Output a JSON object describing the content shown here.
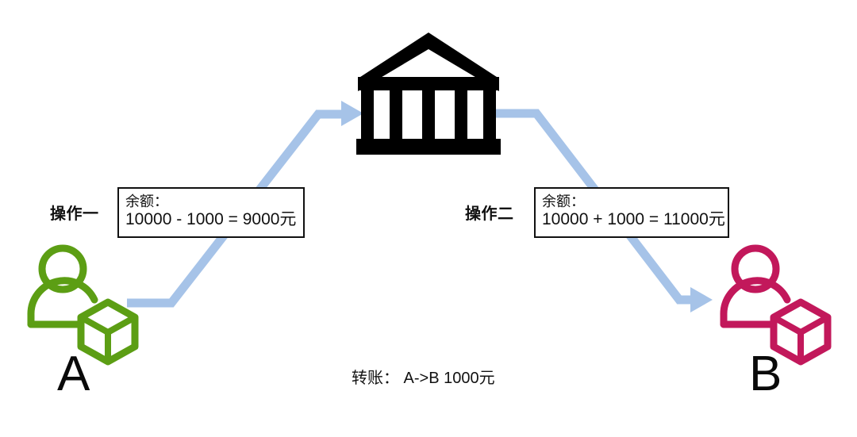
{
  "diagram": {
    "title_caption": "转账： A->B 1000元",
    "colors": {
      "arrow": "#a6c3e8",
      "party_a": "#5c9e14",
      "party_b": "#c2185b",
      "bank": "#000000",
      "box_border": "#111111",
      "text": "#111111",
      "background": "#ffffff"
    },
    "nodes": {
      "party_a": {
        "letter": "A",
        "icon": "user-box-icon",
        "color": "#5c9e14"
      },
      "bank": {
        "icon": "bank-icon",
        "color": "#000000"
      },
      "party_b": {
        "letter": "B",
        "icon": "user-box-icon",
        "color": "#c2185b"
      }
    },
    "operations": [
      {
        "label": "操作一",
        "box": {
          "line1": "余额：",
          "line2": "10000 - 1000 = 9000元"
        }
      },
      {
        "label": "操作二",
        "box": {
          "line1": "余额：",
          "line2": "10000 + 1000 = 11000元"
        }
      }
    ],
    "arrows": [
      {
        "name": "arrow-a-to-bank",
        "from": "party_a",
        "to": "bank"
      },
      {
        "name": "arrow-bank-to-b",
        "from": "bank",
        "to": "party_b"
      }
    ]
  }
}
